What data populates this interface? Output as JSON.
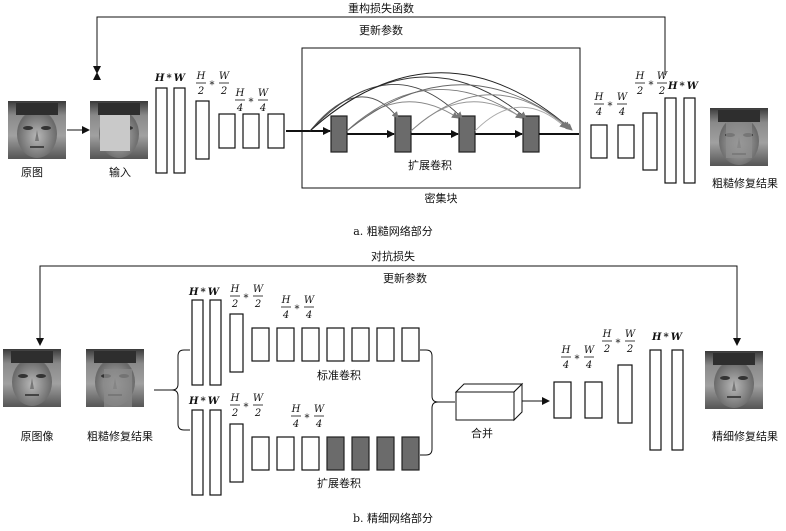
{
  "top": {
    "loss_label": "重构损失函数",
    "update_label": "更新参数",
    "original_label": "原图",
    "input_label": "输入",
    "dilated_label": "扩展卷积",
    "dense_label": "密集块",
    "output_label": "粗糙修复结果",
    "caption": "a.  粗糙网络部分"
  },
  "bottom": {
    "loss_label": "对抗损失",
    "update_label": "更新参数",
    "original_label": "原图像",
    "coarse_label": "粗糙修复结果",
    "standard_label": "标准卷积",
    "dilated_label": "扩展卷积",
    "merge_label": "合并",
    "output_label": "精细修复结果",
    "caption": "b.  精细网络部分"
  },
  "sizes": {
    "H": "H",
    "W": "W",
    "times": "*",
    "half": "2",
    "quarter": "4"
  },
  "colors": {
    "dilated_fill": "#6b6b6b",
    "mask_fill": "#c8c8c8"
  }
}
